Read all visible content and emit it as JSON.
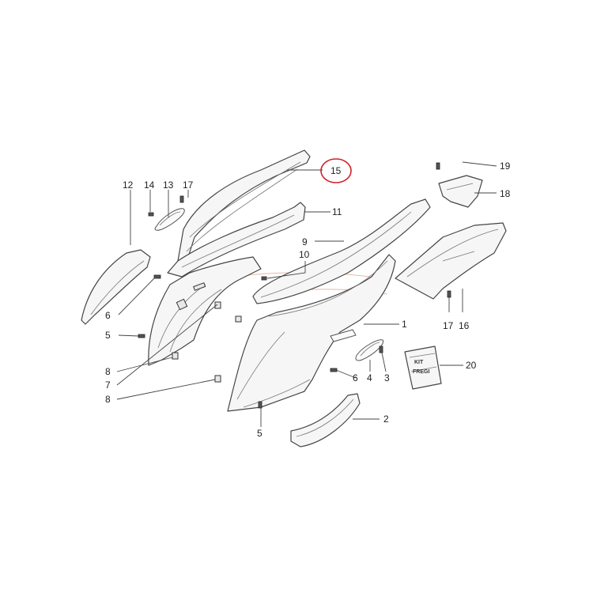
{
  "diagram": {
    "callouts": {
      "p1": "1",
      "p2": "2",
      "p3": "3",
      "p4": "4",
      "p5a": "5",
      "p5b": "5",
      "p6a": "6",
      "p6b": "6",
      "p7": "7",
      "p8a": "8",
      "p8b": "8",
      "p9": "9",
      "p10": "10",
      "p11": "11",
      "p12": "12",
      "p13": "13",
      "p14": "14",
      "p15": "15",
      "p16": "16",
      "p17a": "17",
      "p17b": "17",
      "p18": "18",
      "p19": "19",
      "p20": "20"
    },
    "bag_text_line1": "KIT",
    "bag_text_line2": "FREGI",
    "highlight_color": "#d0202a",
    "line_color": "#444444"
  }
}
